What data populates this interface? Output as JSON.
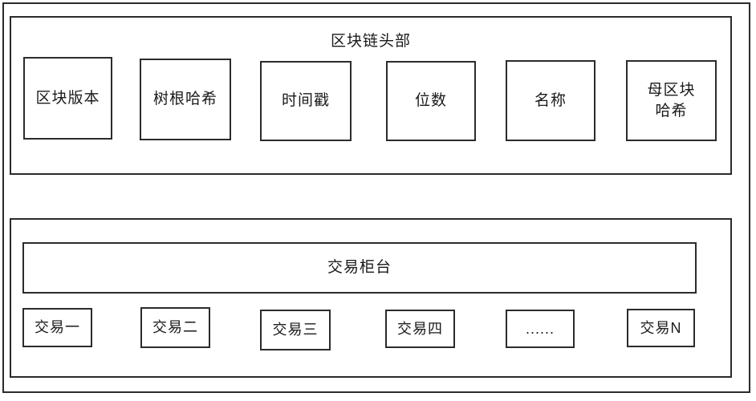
{
  "colors": {
    "border": "#2b2b2b",
    "text": "#1a1a1a",
    "background": "#ffffff"
  },
  "header": {
    "title": "区块链头部",
    "fields": [
      "区块版本",
      "树根哈希",
      "时间戳",
      "位数",
      "名称",
      "母区块\n哈希"
    ]
  },
  "transactions": {
    "title": "交易柜台",
    "items": [
      "交易一",
      "交易二",
      "交易三",
      "交易四",
      "......",
      "交易N"
    ]
  }
}
